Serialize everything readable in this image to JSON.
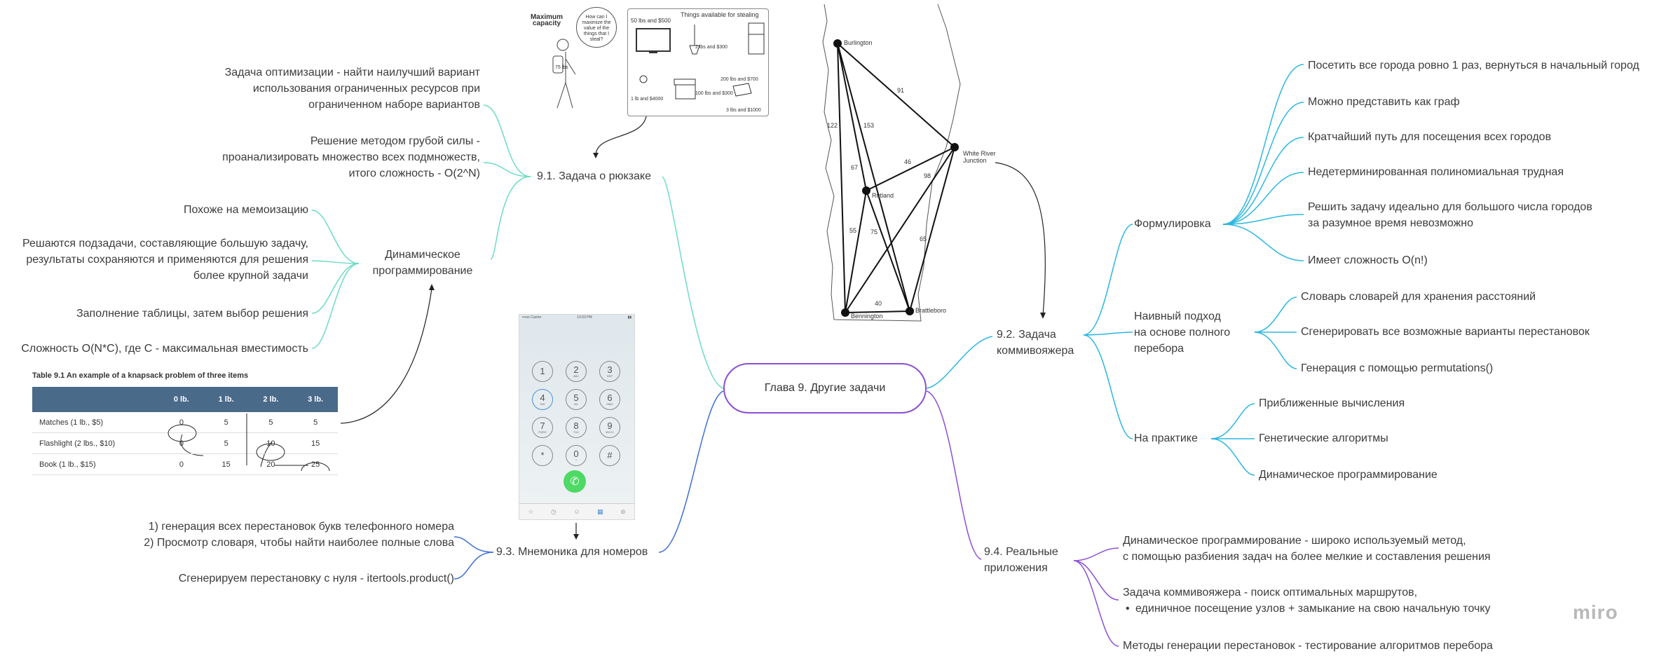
{
  "center": {
    "label": "Глава 9. Другие задачи"
  },
  "knapsack": {
    "title": "9.1. Задача о рюкзаке",
    "desc1": [
      "Задача оптимизации - найти наилучший вариант",
      "использования ограниченных ресурсов при",
      "ограниченном наборе вариантов"
    ],
    "desc2": [
      "Решение методом грубой силы -",
      "проанализировать множество всех подмножеств,",
      "итого сложность - O(2^N)"
    ],
    "dp": {
      "title": [
        "Динамическое",
        "программирование"
      ],
      "items": [
        [
          "Похоже на мемоизацию"
        ],
        [
          "Решаются подзадачи, составляющие большую задачу,",
          "результаты сохраняются и применяются для решения",
          "более крупной задачи"
        ],
        [
          "Заполнение таблицы, затем выбор решения"
        ],
        [
          "Сложность O(N*C), где C - максимальная вместимость"
        ]
      ]
    },
    "illustration": {
      "max_capacity": "Maximum capacity",
      "bubble": "How can I maximize the value of the things that I steal?",
      "box_title": "Things available for stealing",
      "tv": "50 lbs and $500",
      "candle": "2 lbs and $300",
      "fridge": "200 lbs and $700",
      "ring": "1 lb and $4000",
      "books": "100 lbs and $300",
      "laptop": "3 lbs and $1000",
      "bag": "75 lbs"
    },
    "table": {
      "caption": "Table 9.1   An example of a knapsack problem of three items",
      "headers": [
        "",
        "0 lb.",
        "1 lb.",
        "2 lb.",
        "3 lb."
      ],
      "rows": [
        [
          "Matches (1 lb., $5)",
          "0",
          "5",
          "5",
          "5"
        ],
        [
          "Flashlight (2 lbs., $10)",
          "0",
          "5",
          "10",
          "15"
        ],
        [
          "Book (1 lb., $15)",
          "0",
          "15",
          "20",
          "25"
        ]
      ]
    }
  },
  "tsp": {
    "title": [
      "9.2. Задача",
      "коммивояжера"
    ],
    "formulation": {
      "title": "Формулировка",
      "items": [
        [
          "Посетить все города ровно 1 раз, вернуться в начальный город"
        ],
        [
          "Можно представить как граф"
        ],
        [
          "Кратчайший путь для посещения всех городов"
        ],
        [
          "Недетерминированная полиномиальная трудная"
        ],
        [
          "Решить задачу идеально для большого числа городов",
          "за разумное время невозможно"
        ],
        [
          "Имеет сложность O(n!)"
        ]
      ]
    },
    "naive": {
      "title": [
        "Наивный подход",
        "на основе полного",
        "перебора"
      ],
      "items": [
        "Словарь словарей для хранения расстояний",
        "Сгенерировать все возможные варианты перестановок",
        "Генерация с помощью permutations()"
      ]
    },
    "practice": {
      "title": "На практике",
      "items": [
        "Приближенные вычисления",
        "Генетические алгоритмы",
        "Динамическое программирование"
      ]
    },
    "map": {
      "cities": [
        "Burlington",
        "Rutland",
        "White River Junction",
        "Bennington",
        "Brattleboro"
      ],
      "distances": [
        "91",
        "122",
        "153",
        "67",
        "46",
        "98",
        "55",
        "75",
        "65",
        "40"
      ]
    }
  },
  "mnemonic": {
    "title": "9.3. Мнемоника для номеров",
    "items": [
      [
        "1) генерация всех перестановок букв телефонного номера",
        "2) Просмотр словаря, чтобы найти наиболее полные слова"
      ],
      [
        "Сгенерируем перестановку с нуля - itertools.product()"
      ]
    ],
    "phone": {
      "status_left": "•••oo Carrier",
      "status_time": "10:03 PM",
      "keys": [
        {
          "d": "1",
          "l": ""
        },
        {
          "d": "2",
          "l": "ABC"
        },
        {
          "d": "3",
          "l": "DEF"
        },
        {
          "d": "4",
          "l": "GHI"
        },
        {
          "d": "5",
          "l": "JKL"
        },
        {
          "d": "6",
          "l": "MNO"
        },
        {
          "d": "7",
          "l": "PQRS"
        },
        {
          "d": "8",
          "l": "TUV"
        },
        {
          "d": "9",
          "l": "WXYZ"
        },
        {
          "d": "*",
          "l": ""
        },
        {
          "d": "0",
          "l": "+"
        },
        {
          "d": "#",
          "l": ""
        }
      ],
      "tabs": [
        "☆",
        "◷",
        "☺",
        "▦",
        "⊚"
      ]
    }
  },
  "real": {
    "title": [
      "9.4. Реальные",
      "приложения"
    ],
    "items": [
      [
        "Динамическое программирование - широко используемый метод,",
        "с помощью разбиения задач на более мелкие и составления решения"
      ],
      [
        "Задача коммивояжера - поиск оптимальных маршрутов,"
      ],
      [
        "Методы генерации перестановок - тестирование алгоритмов перебора"
      ]
    ],
    "bullet": "единичное посещение узлов + замыкание на свою начальную точку"
  },
  "brand": "miro",
  "colors": {
    "center_border": "#8a4fd6",
    "knapsack_branch": "#6edbc4",
    "tsp_branch": "#2bb7e0",
    "mnemonic_branch": "#3d6fd6",
    "real_branch": "#8a4fd6",
    "table_header": "#4a6a8a"
  }
}
